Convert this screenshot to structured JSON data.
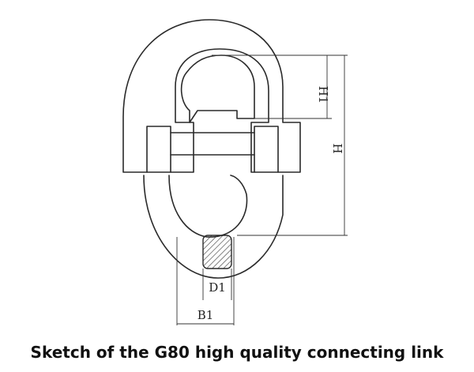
{
  "caption": "Sketch of the G80 high quality connecting link",
  "labels": {
    "h1": "H1",
    "h": "H",
    "d1": "D1",
    "b1": "B1"
  },
  "colors": {
    "ink": "#2a2a2a",
    "caption": "#111111",
    "background": "#ffffff"
  }
}
